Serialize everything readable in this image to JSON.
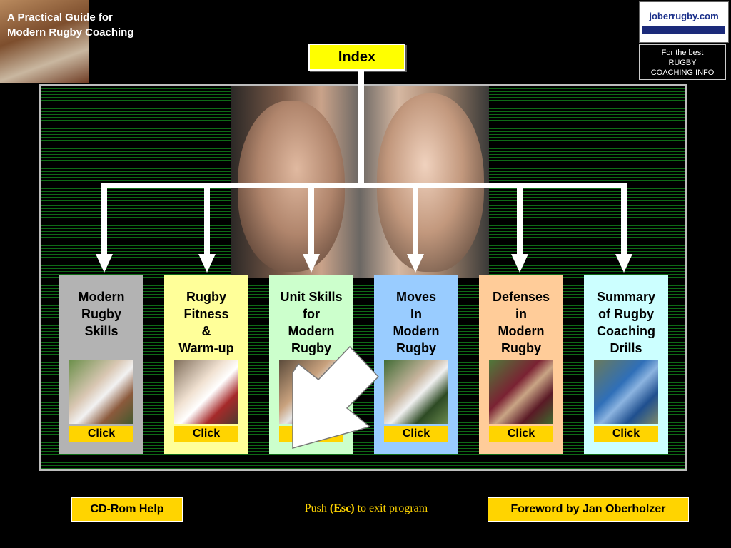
{
  "header": {
    "title_line1": "A Practical Guide for",
    "title_line2": "Modern Rugby Coaching"
  },
  "logo": {
    "text": "joberrugby.com"
  },
  "info_box": {
    "line1": "For the best",
    "line2": "RUGBY",
    "line3": "COACHING INFO"
  },
  "index_label": "Index",
  "categories": [
    {
      "label": "Modern\nRugby\nSkills",
      "click": "Click",
      "bg": "#b3b3b3"
    },
    {
      "label": "Rugby\nFitness\n&\nWarm-up",
      "click": "Click",
      "bg": "#ffff99"
    },
    {
      "label": "Unit Skills\nfor\nModern\nRugby",
      "click": "Click",
      "bg": "#ccffcc"
    },
    {
      "label": "Moves\nIn\nModern\nRugby",
      "click": "Click",
      "bg": "#99ccff"
    },
    {
      "label": "Defenses\nin\nModern\nRugby",
      "click": "Click",
      "bg": "#ffcc99"
    },
    {
      "label": "Summary\nof Rugby\nCoaching\nDrills",
      "click": "Click",
      "bg": "#ccffff"
    }
  ],
  "footer": {
    "help_label": "CD-Rom Help",
    "esc_prefix": "Push ",
    "esc_key": "(Esc)",
    "esc_suffix": " to exit program",
    "foreword_label": "Foreword by Jan Oberholzer"
  },
  "colors": {
    "accent_yellow": "#ffd400",
    "index_yellow": "#ffff00",
    "stripe_green": "#0e6a16"
  }
}
